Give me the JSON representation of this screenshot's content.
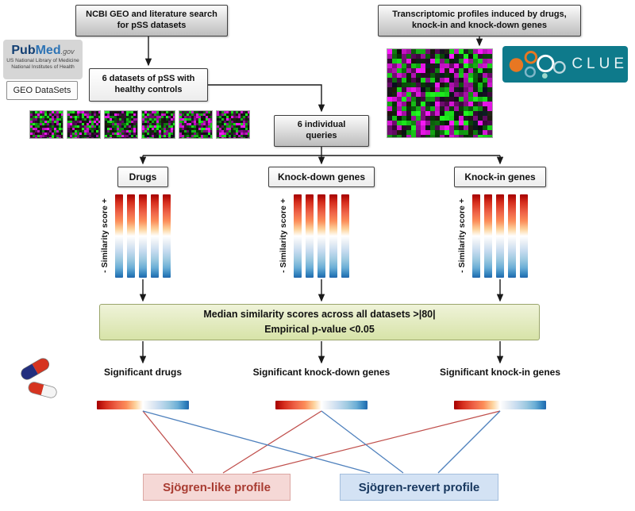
{
  "figure": {
    "top_left_box": "NCBI GEO and literature search\nfor pSS datasets",
    "top_right_box": "Transcriptomic profiles induced by drugs,\nknock-in and knock-down genes",
    "datasets_box": "6 datasets of pSS with\nhealthy controls",
    "queries_box": "6 individual\nqueries",
    "green_box": "Median similarity scores across all datasets >|80|\nEmpirical p-value <0.05"
  },
  "logos": {
    "pubmed_pub": "Pub",
    "pubmed_med": "Med",
    "pubmed_gov": ".gov",
    "pubmed_line1": "US National Library of Medicine",
    "pubmed_line2": "National Institutes of Health",
    "geo_datasets": "GEO DataSets",
    "clue": "CLUE"
  },
  "branches": [
    {
      "label": "Drugs",
      "similarity_axis": "- Similarity score +",
      "significant": "Significant drugs"
    },
    {
      "label": "Knock-down genes",
      "similarity_axis": "- Similarity score +",
      "significant": "Significant knock-down genes"
    },
    {
      "label": "Knock-in genes",
      "similarity_axis": "- Similarity score +",
      "significant": "Significant knock-in genes"
    }
  ],
  "profiles": {
    "like": "Sjögren-like profile",
    "revert": "Sjögren-revert profile"
  },
  "colors": {
    "box_border": "#3f3f3f",
    "gray_box_top": "#fbfbfb",
    "gray_box_bottom": "#bdbdbd",
    "green_bg_top": "#eff3d9",
    "green_bg_bottom": "#d7e3a8",
    "green_border": "#9aa56b",
    "like_bg": "#f5d8d6",
    "like_border": "#dca7a3",
    "like_text": "#a93c32",
    "revert_bg": "#d3e2f4",
    "revert_border": "#a3bedd",
    "revert_text": "#17375e",
    "red_line": "#c0504d",
    "blue_line": "#4f81bd",
    "clue_bg": "#0e7a8b"
  }
}
